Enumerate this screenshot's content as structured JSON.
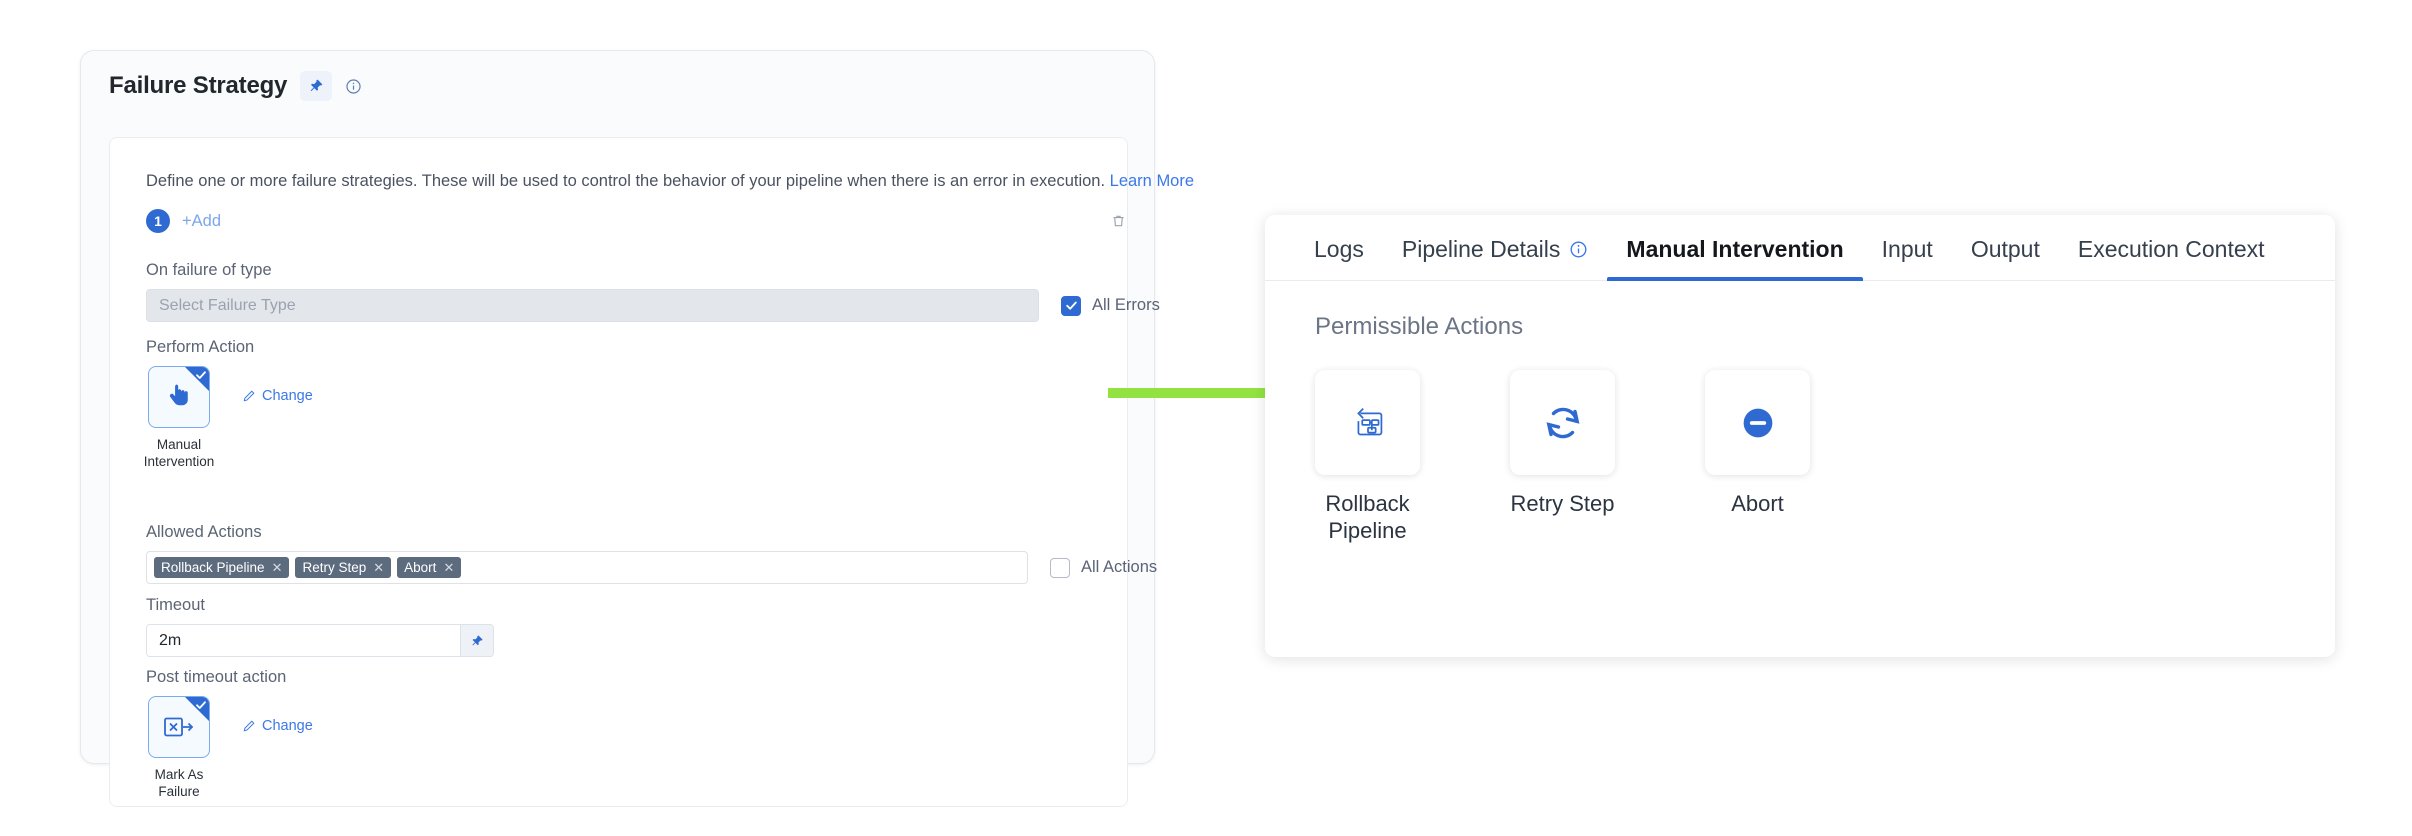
{
  "left_panel": {
    "title": "Failure Strategy",
    "pin_icon": "pin-icon",
    "info_icon": "info-circle-icon",
    "description": "Define one or more failure strategies. These will be used to control the behavior of your pipeline when there is an error in execution.",
    "learn_more": "Learn More",
    "step_number": "1",
    "add_label": "+Add",
    "delete_icon": "trash-icon",
    "on_failure_of_type": {
      "label": "On failure of type",
      "placeholder": "Select Failure Type",
      "value": "",
      "checkbox_label": "All Errors",
      "checked": true
    },
    "perform_action": {
      "label": "Perform Action",
      "selected_name": "Manual Intervention",
      "selected_icon": "hand-pointer-icon",
      "selected": true,
      "change_label": "Change",
      "change_icon": "pencil-icon"
    },
    "allowed_actions": {
      "label": "Allowed Actions",
      "chips": [
        "Rollback Pipeline",
        "Retry Step",
        "Abort"
      ],
      "chip_remove_icon": "close-x-icon",
      "checkbox_label": "All Actions",
      "checked": false
    },
    "timeout": {
      "label": "Timeout",
      "value": "2m",
      "pin_icon": "pin-icon"
    },
    "post_timeout_action": {
      "label": "Post timeout action",
      "selected_name": "Mark As Failure",
      "selected_icon": "mark-as-failure-icon",
      "selected": true,
      "change_label": "Change",
      "change_icon": "pencil-icon"
    }
  },
  "arrow": {
    "name": "green-arrow",
    "color": "#92e342"
  },
  "right_panel": {
    "tabs": [
      {
        "label": "Logs",
        "active": false,
        "icon": null
      },
      {
        "label": "Pipeline Details",
        "active": false,
        "icon": "info-circle-icon"
      },
      {
        "label": "Manual Intervention",
        "active": true,
        "icon": null
      },
      {
        "label": "Input",
        "active": false,
        "icon": null
      },
      {
        "label": "Output",
        "active": false,
        "icon": null
      },
      {
        "label": "Execution Context",
        "active": false,
        "icon": null
      }
    ],
    "section_title": "Permissible Actions",
    "actions": [
      {
        "label": "Rollback Pipeline",
        "icon": "rollback-pipeline-icon"
      },
      {
        "label": "Retry Step",
        "icon": "retry-refresh-icon"
      },
      {
        "label": "Abort",
        "icon": "abort-minus-circle-icon"
      }
    ]
  },
  "colors": {
    "accent_blue": "#2e6ad1",
    "chip_slate": "#5d6b7e",
    "arrow_green": "#92e342"
  }
}
